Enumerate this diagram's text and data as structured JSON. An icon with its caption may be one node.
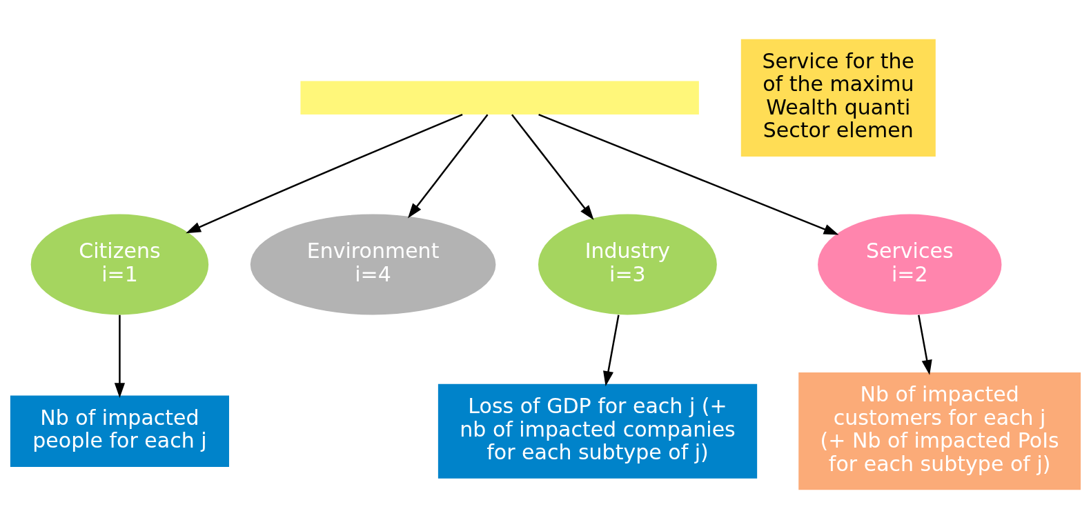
{
  "diagram": {
    "nodes": [
      {
        "text": [],
        "shape": "box"
      },
      {
        "text": [
          "Citizens i=1"
        ]
      },
      {
        "text": [
          "Environment i=4"
        ]
      },
      {
        "text": [
          "Industry i=3"
        ]
      },
      {
        "text": [
          "Services i=2"
        ]
      },
      {
        "text": [
          "Nb of impacted people for each j"
        ]
      },
      {
        "text": [
          "Loss of GDP for each j (+ nb of impacted companies for each subtype of j)"
        ]
      },
      {
        "text": [
          "Nb of impacted customers for each j (+ Nb of impacted PoIs for each subtype of j)"
        ]
      },
      {
        "text": [
          "Service for the of the maximu Wealth quanti Sector elemen"
        ]
      }
    ],
    "edges": [
      {
        "from": 0,
        "to": 1,
        "arrow": "to"
      },
      {
        "from": 0,
        "to": 3,
        "arrow": "to"
      },
      {
        "from": 0,
        "to": 4,
        "arrow": "to"
      },
      {
        "from": 0,
        "to": 2,
        "arrow": "to"
      },
      {
        "from": 1,
        "to": 5,
        "arrow": "to"
      },
      {
        "from": 3,
        "to": 6,
        "arrow": "to"
      },
      {
        "from": 4,
        "to": 7,
        "arrow": "to"
      }
    ]
  }
}
